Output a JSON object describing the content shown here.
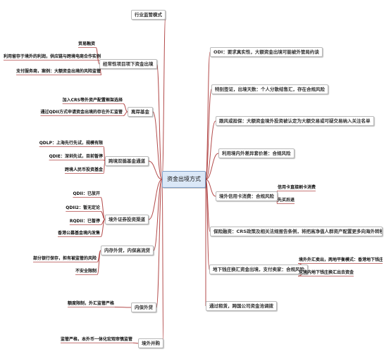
{
  "center": "资金出境方式",
  "left_branches": {
    "b1": {
      "label": "行业监管模式"
    },
    "b2": {
      "label": "经常性项目项下资金出境",
      "leaves": [
        "贸易融资",
        "利用留存于境外的利润，供应链与跨境电商合作实例",
        "支付服务商，案例：大额资金出境的风险监管"
      ]
    },
    "b3": {
      "label": "离岸基金",
      "leaves": [
        "加入CRS等外资产配置框架选择",
        "通过QDII方式申请资金出境的存在外汇监管"
      ]
    },
    "b4": {
      "label": "跨境双循基金通道",
      "leaves": [
        "QDLP：上海先行先试，规模有限",
        "QDIE：深圳先试，目前暂停",
        "跨境人民币投资基金"
      ]
    },
    "b5": {
      "label": "境外证券投资渠道",
      "leaves": [
        "QDII：已放开",
        "QDII2：暂无定论",
        "RQDII：已暂停",
        "香港公募基金境内发售"
      ]
    },
    "b6": {
      "label": "内存外贷，内保高流贷",
      "leaves": [
        "部分银行保存，担有被监管的风险",
        "不安全限制"
      ]
    },
    "b7": {
      "label": "内保外贷",
      "leaves": [
        "额度限制，外汇监管严格"
      ]
    },
    "b8": {
      "label": "境外并购",
      "leaves": [
        "监管严格，本外币一体化宏观审慎监管"
      ]
    }
  },
  "right_branches": {
    "r1": {
      "label": "ODI：要求真实性，大额资金出境可能被外管局约谈"
    },
    "r2": {
      "label": "特别签证，出境天数：个人分散结售汇，存在合规风险"
    },
    "r3": {
      "label": "跟风或担保：大额资金境外投资被认定为大额交易或可疑交易纳入关注名单"
    },
    "r4": {
      "label": "利用境内外差异套价差：合规风险"
    },
    "r5": {
      "label": "境外信用卡消费：合规风险",
      "leaves": [
        "信用卡直接刷卡消费",
        "先买后退"
      ]
    },
    "r6": {
      "label": "保险融资：CRS政策及相关法规报告条例，将把高净值人群资产配置更多向海外转移"
    },
    "r7": {
      "label": "地下钱庄换汇资金出境，支付卖家：合规风险",
      "leaves": [
        "境外外汇卖出，两地平衡模式：香港地下钱庄换汇",
        "从境内地下钱庄换汇出去资金"
      ]
    },
    "r8": {
      "label": "通过租赁，跨国公司资金池调拨"
    }
  },
  "colors": {
    "center_fill": "#dbe8f7",
    "center_border": "#7f9fc7",
    "line": "#b34a4a",
    "box_border": "#b9b9b9"
  }
}
